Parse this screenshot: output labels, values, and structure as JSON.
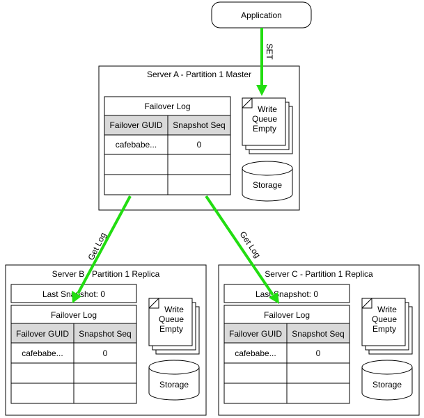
{
  "application": {
    "label": "Application"
  },
  "arrows": {
    "set_label": "SET",
    "get_log_label": "Get Log"
  },
  "servers": [
    {
      "title": "Server A - Partition 1 Master",
      "failover_log": {
        "title": "Failover Log",
        "headers": [
          "Failover GUID",
          "Snapshot Seq"
        ],
        "rows": [
          [
            "cafebabe...",
            "0"
          ],
          [
            "",
            ""
          ],
          [
            "",
            ""
          ]
        ]
      },
      "queue": [
        "Write",
        "Queue",
        "Empty"
      ],
      "storage": "Storage"
    },
    {
      "title": "Server B - Partition 1 Replica",
      "last_snapshot": "Last Snapshot: 0",
      "failover_log": {
        "title": "Failover Log",
        "headers": [
          "Failover GUID",
          "Snapshot Seq"
        ],
        "rows": [
          [
            "cafebabe...",
            "0"
          ],
          [
            "",
            ""
          ],
          [
            "",
            ""
          ]
        ]
      },
      "queue": [
        "Write",
        "Queue",
        "Empty"
      ],
      "storage": "Storage"
    },
    {
      "title": "Server C - Partition 1 Replica",
      "last_snapshot": "Last Snapshot: 0",
      "failover_log": {
        "title": "Failover Log",
        "headers": [
          "Failover GUID",
          "Snapshot Seq"
        ],
        "rows": [
          [
            "cafebabe...",
            "0"
          ],
          [
            "",
            ""
          ],
          [
            "",
            ""
          ]
        ]
      },
      "queue": [
        "Write",
        "Queue",
        "Empty"
      ],
      "storage": "Storage"
    }
  ]
}
